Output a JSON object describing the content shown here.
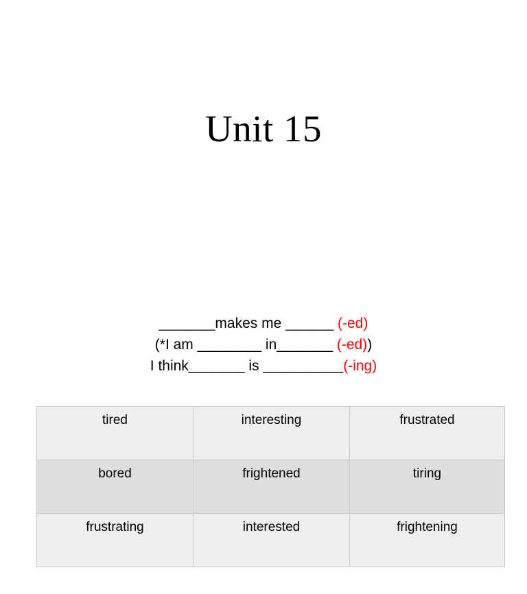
{
  "slide": {
    "background_color": "#ffffff",
    "title": "Unit 15"
  },
  "accent_colors": {
    "suffix_red": "#ff0000",
    "table_border": "#c8c8c8",
    "row_light": "#efefef",
    "row_dark": "#dedede"
  },
  "sentence_frames": {
    "lines": [
      {
        "id": "frame-makes-me",
        "before": "_______makes me ______ ",
        "suffix": "(-ed)",
        "after": ""
      },
      {
        "id": "frame-i-am-in",
        "before": "(*I am ________ in_______ ",
        "suffix": "(-ed)",
        "after": ")"
      },
      {
        "id": "frame-i-think-is",
        "before": "I think_______ is __________",
        "suffix": "(-ing)",
        "after": ""
      }
    ]
  },
  "word_table": {
    "rows": [
      {
        "shade": "light",
        "cells": [
          "tired",
          "interesting",
          "frustrated"
        ]
      },
      {
        "shade": "dark",
        "cells": [
          "bored",
          "frightened",
          "tiring"
        ]
      },
      {
        "shade": "light",
        "cells": [
          "frustrating",
          "interested",
          "frightening"
        ]
      }
    ]
  }
}
